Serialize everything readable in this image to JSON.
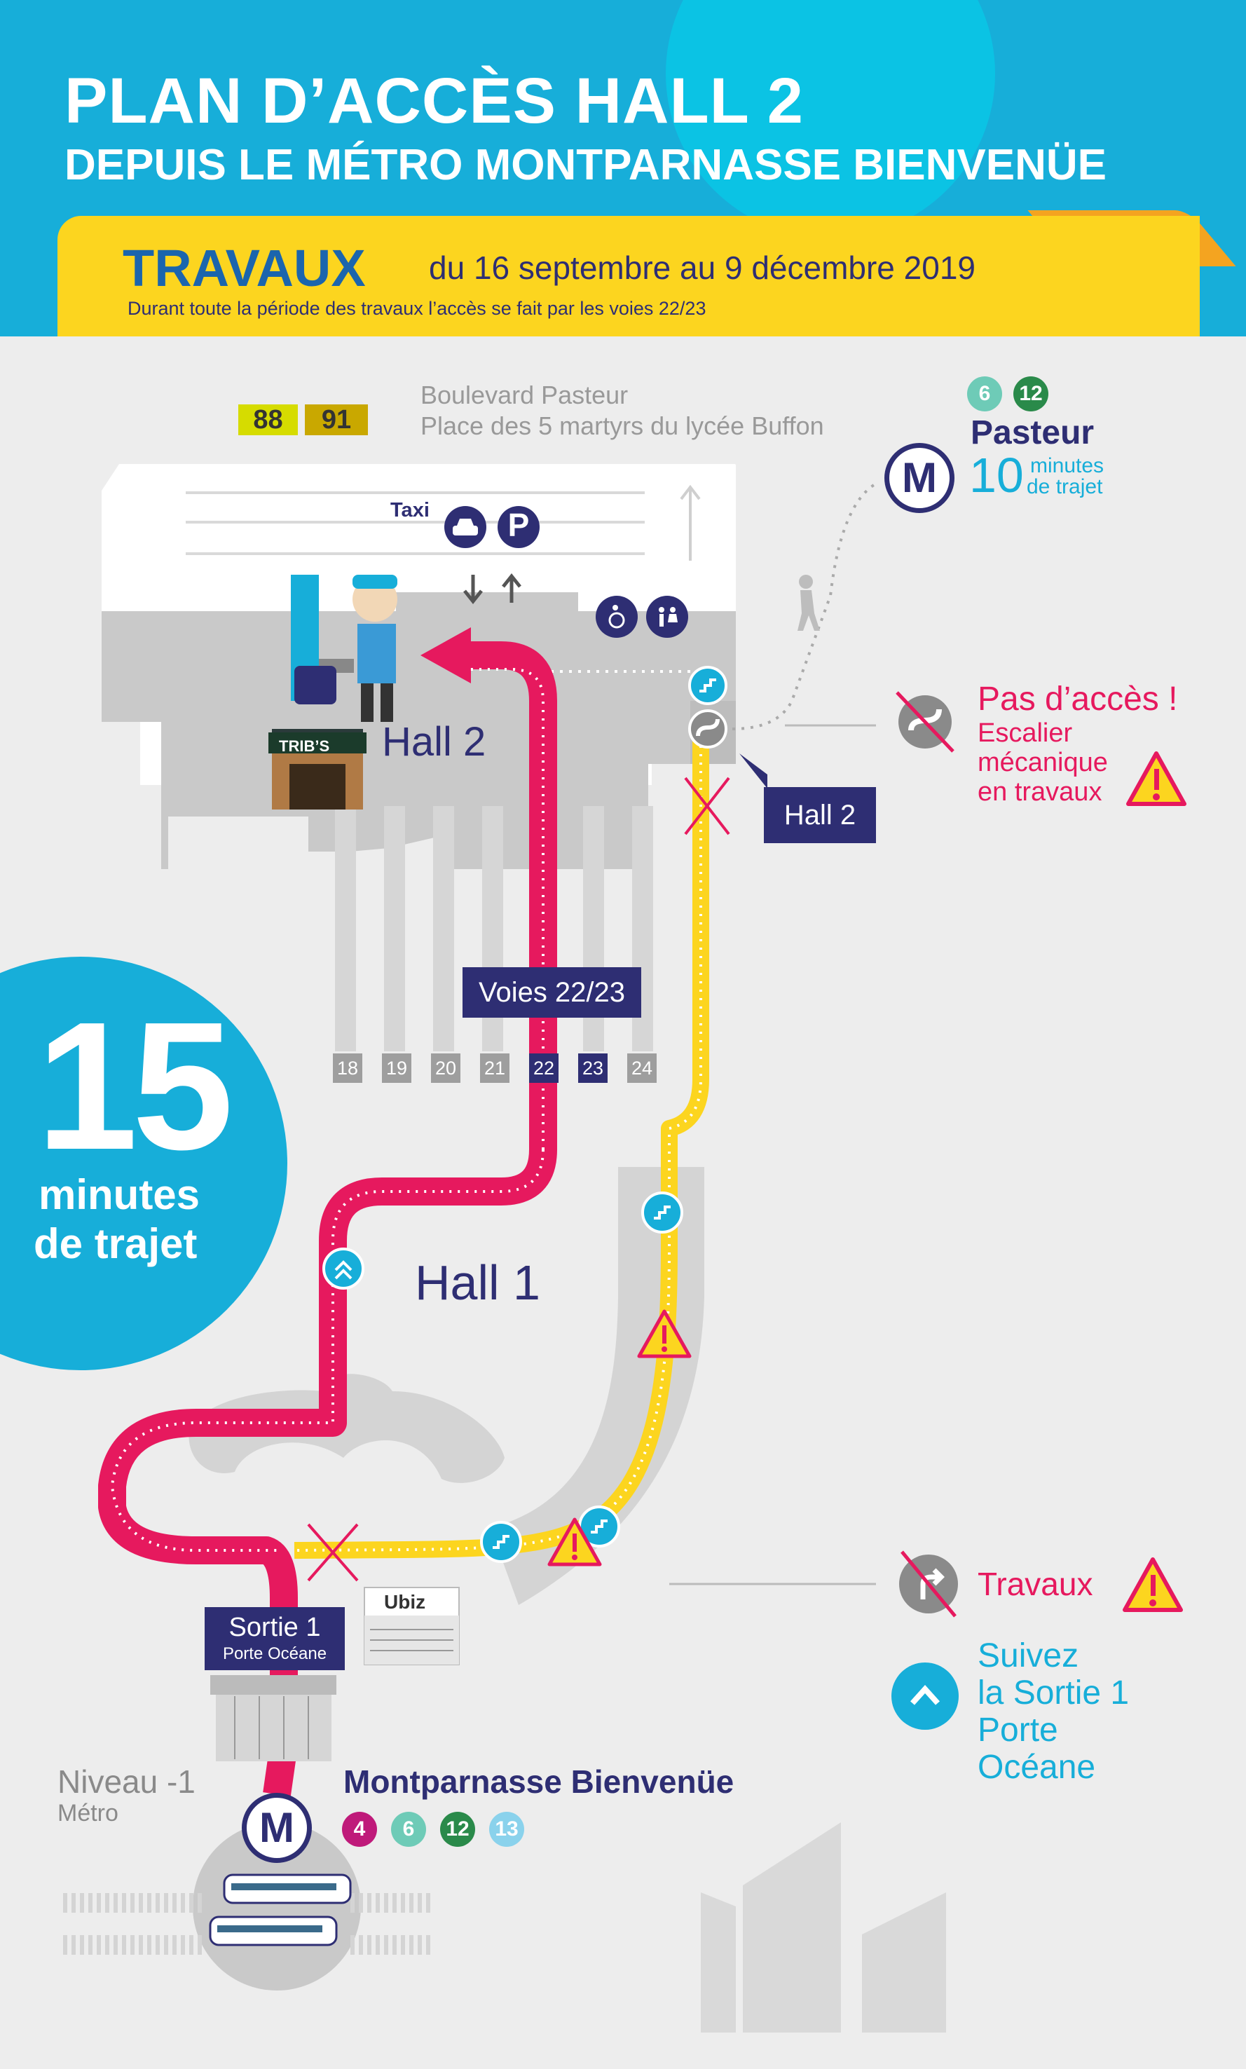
{
  "header": {
    "title_line1": "PLAN D’ACCÈS HALL 2",
    "title_line2": "DEPUIS LE MÉTRO MONTPARNASSE BIENVENÜE"
  },
  "banner": {
    "word": "TRAVAUX",
    "dates": "du 16 septembre au 9 décembre 2019",
    "note": "Durant toute la période des travaux l’accès se fait par les voies 22/23"
  },
  "bus_lines": [
    "88",
    "91"
  ],
  "street": {
    "line1": "Boulevard Pasteur",
    "line2": "Place des 5 martyrs du lycée Buffon"
  },
  "pasteur": {
    "lines": [
      "6",
      "12"
    ],
    "metro_letter": "M",
    "name": "Pasteur",
    "minutes_value": "10",
    "minutes_label": "minutes",
    "trajet_label": "de trajet"
  },
  "station_top": {
    "taxi_label": "Taxi",
    "parking_letter": "P",
    "wc_label": "WC"
  },
  "halls": {
    "hall2_label": "Hall 2",
    "hall2_plate": "Hall 2",
    "hall1_label": "Hall 1",
    "shop_name": "TRIB’S",
    "ubiz_name": "Ubiz"
  },
  "tracks": {
    "numbers": [
      "18",
      "19",
      "20",
      "21",
      "22",
      "23",
      "24"
    ],
    "highlighted": [
      "22",
      "23"
    ],
    "plate": "Voies 22/23"
  },
  "duration": {
    "value": "15",
    "minutes_label": "minutes",
    "trajet_label": "de trajet"
  },
  "sortie": {
    "title": "Sortie 1",
    "subtitle": "Porte Océane"
  },
  "metro_bottom": {
    "level": "Niveau -1",
    "level_sub": "Métro",
    "metro_letter": "M",
    "station_name": "Montparnasse Bienvenüe",
    "lines": [
      {
        "num": "4",
        "color": "#bf1a7a"
      },
      {
        "num": "6",
        "color": "#6ecbb7"
      },
      {
        "num": "12",
        "color": "#2a8a4a"
      },
      {
        "num": "13",
        "color": "#8ad2ec"
      }
    ]
  },
  "legend": {
    "no_access_title": "Pas d’accès !",
    "no_access_l1": "Escalier",
    "no_access_l2": "mécanique",
    "no_access_l3": "en travaux",
    "travaux": "Travaux",
    "follow_l1": "Suivez",
    "follow_l2": "la Sortie 1",
    "follow_l3": "Porte",
    "follow_l4": "Océane"
  },
  "colors": {
    "header_blue": "#17aed9",
    "banner_yellow": "#fcd51f",
    "navy": "#2e2e73",
    "route_pink": "#e6195e",
    "route_yellow": "#fcd51f",
    "pasteur_green_6": "#6ecbb7",
    "pasteur_green_12": "#2a8a4a"
  }
}
